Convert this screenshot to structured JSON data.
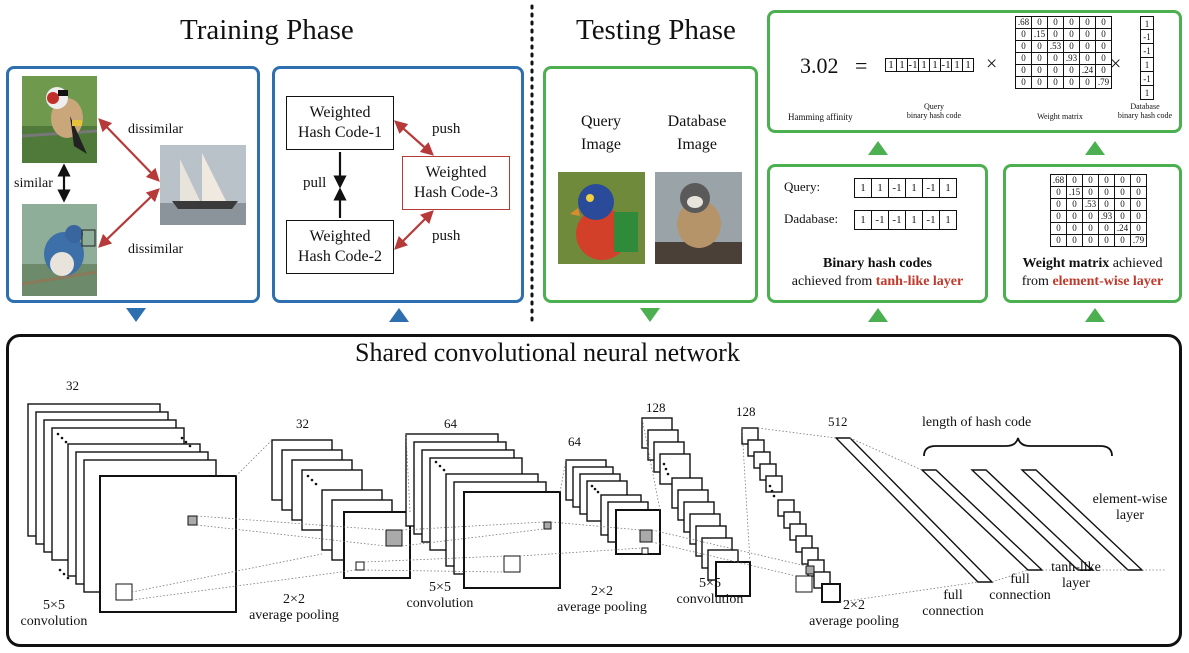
{
  "training": {
    "title": "Training Phase",
    "labels": {
      "dissimilar_top": "dissimilar",
      "dissimilar_bottom": "dissimilar",
      "similar": "similar",
      "push_top": "push",
      "push_bottom": "push",
      "pull": "pull"
    },
    "nodes": {
      "code1": "Weighted\nHash Code-1",
      "code2": "Weighted\nHash Code-2",
      "code3": "Weighted\nHash Code-3"
    }
  },
  "testing": {
    "title": "Testing Phase",
    "query_label": "Query\nImage",
    "database_label": "Database\nImage"
  },
  "affinity": {
    "value": "3.02",
    "equals": "=",
    "times1": "×",
    "times2": "×",
    "query_bits": [
      "1",
      "1",
      "-1",
      "1",
      "1",
      "-1",
      "1",
      "1"
    ],
    "database_bits": [
      "1",
      "-1",
      "-1",
      "1",
      "-1",
      "1"
    ],
    "caption_hamming": "Hamming affinity",
    "caption_query": "Query\nbinary hash code",
    "caption_weight": "Weight matrix",
    "caption_database": "Database\nbinary hash code"
  },
  "weight_matrix": [
    [
      ".68",
      "0",
      "0",
      "0",
      "0",
      "0"
    ],
    [
      "0",
      ".15",
      "0",
      "0",
      "0",
      "0"
    ],
    [
      "0",
      "0",
      ".53",
      "0",
      "0",
      "0"
    ],
    [
      "0",
      "0",
      "0",
      ".93",
      "0",
      "0"
    ],
    [
      "0",
      "0",
      "0",
      "0",
      ".24",
      "0"
    ],
    [
      "0",
      "0",
      "0",
      "0",
      "0",
      ".79"
    ]
  ],
  "binary_panel": {
    "query_label": "Query:",
    "database_label": "Dadabase:",
    "query_bits": [
      "1",
      "1",
      "-1",
      "1",
      "-1",
      "1"
    ],
    "database_bits": [
      "1",
      "-1",
      "-1",
      "1",
      "-1",
      "1"
    ],
    "caption_bold": "Binary hash codes",
    "caption_plain": "achieved from ",
    "caption_red": "tanh-like layer"
  },
  "weight_panel": {
    "caption_bold": "Weight matrix",
    "caption_plain1": " achieved",
    "caption_plain2": "from ",
    "caption_red": "element-wise layer"
  },
  "cnn": {
    "title": "Shared convolutional neural network",
    "n1": "32",
    "n2": "32",
    "n3": "64",
    "n4": "64",
    "n5": "128",
    "n6": "128",
    "n7": "512",
    "conv1": "5×5\nconvolution",
    "pool1": "2×2\naverage pooling",
    "conv2": "5×5\nconvolution",
    "pool2": "2×2\naverage pooling",
    "conv3": "5×5\nconvolution",
    "pool3": "2×2\naverage pooling",
    "full1": "full\nconnection",
    "full2": "full\nconnection",
    "tanh": "tanh-like\nlayer",
    "elementwise": "element-wise\nlayer",
    "hash_length": "length of hash code"
  },
  "colors": {
    "blue": "#2e6fb0",
    "green": "#4caf50",
    "red": "#c0392b"
  }
}
